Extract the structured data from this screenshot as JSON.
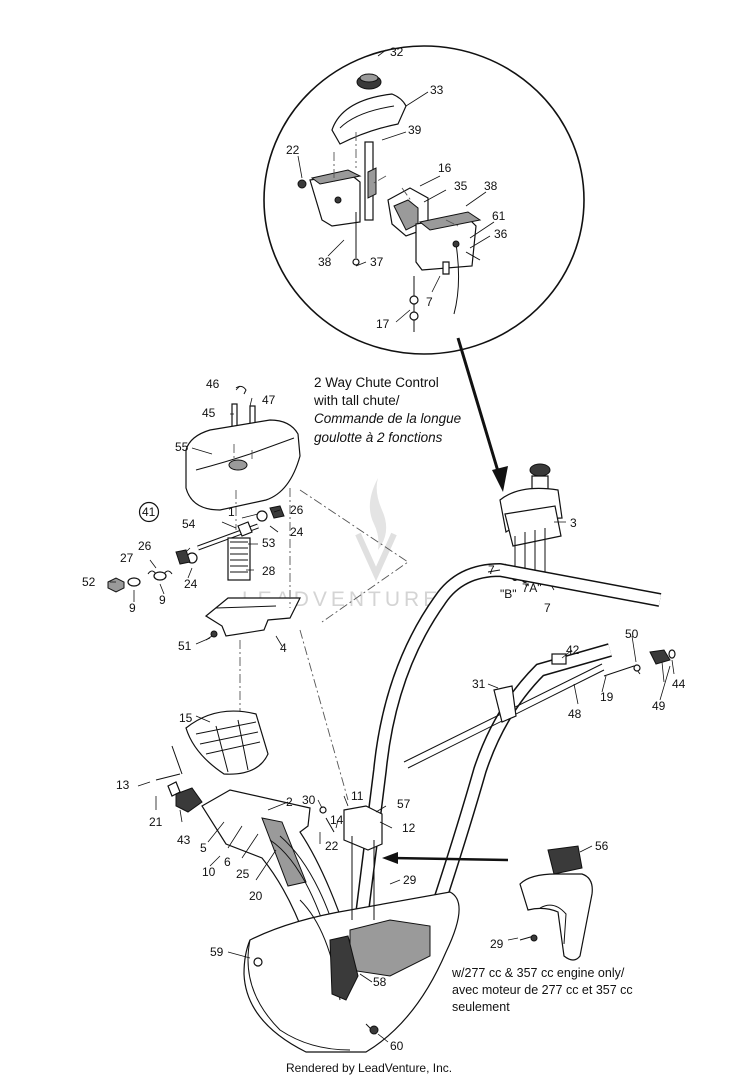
{
  "diagram": {
    "callouts": [
      {
        "id": "c-32",
        "text": "32"
      },
      {
        "id": "c-33",
        "text": "33"
      },
      {
        "id": "c-39",
        "text": "39"
      },
      {
        "id": "c-22a",
        "text": "22"
      },
      {
        "id": "c-16",
        "text": "16"
      },
      {
        "id": "c-35",
        "text": "35"
      },
      {
        "id": "c-38a",
        "text": "38"
      },
      {
        "id": "c-61",
        "text": "61"
      },
      {
        "id": "c-36",
        "text": "36"
      },
      {
        "id": "c-38b",
        "text": "38"
      },
      {
        "id": "c-37",
        "text": "37"
      },
      {
        "id": "c-7a",
        "text": "7"
      },
      {
        "id": "c-17",
        "text": "17"
      },
      {
        "id": "c-46",
        "text": "46"
      },
      {
        "id": "c-47",
        "text": "47"
      },
      {
        "id": "c-45",
        "text": "45"
      },
      {
        "id": "c-55",
        "text": "55"
      },
      {
        "id": "c-41",
        "text": "41"
      },
      {
        "id": "c-26a",
        "text": "26"
      },
      {
        "id": "c-1",
        "text": "1"
      },
      {
        "id": "c-24a",
        "text": "24"
      },
      {
        "id": "c-54",
        "text": "54"
      },
      {
        "id": "c-53",
        "text": "53"
      },
      {
        "id": "c-26b",
        "text": "26"
      },
      {
        "id": "c-27",
        "text": "27"
      },
      {
        "id": "c-28",
        "text": "28"
      },
      {
        "id": "c-52",
        "text": "52"
      },
      {
        "id": "c-9a",
        "text": "9"
      },
      {
        "id": "c-9b",
        "text": "9"
      },
      {
        "id": "c-24b",
        "text": "24"
      },
      {
        "id": "c-51",
        "text": "51"
      },
      {
        "id": "c-4",
        "text": "4"
      },
      {
        "id": "c-3",
        "text": "3"
      },
      {
        "id": "c-7b",
        "text": "7"
      },
      {
        "id": "c-7c",
        "text": "7"
      },
      {
        "id": "c-B",
        "text": "\"B\""
      },
      {
        "id": "c-A",
        "text": "\"A\""
      },
      {
        "id": "c-7d",
        "text": "7"
      },
      {
        "id": "c-50",
        "text": "50"
      },
      {
        "id": "c-42",
        "text": "42"
      },
      {
        "id": "c-44",
        "text": "44"
      },
      {
        "id": "c-31",
        "text": "31"
      },
      {
        "id": "c-19",
        "text": "19"
      },
      {
        "id": "c-49",
        "text": "49"
      },
      {
        "id": "c-48",
        "text": "48"
      },
      {
        "id": "c-15",
        "text": "15"
      },
      {
        "id": "c-13",
        "text": "13"
      },
      {
        "id": "c-30",
        "text": "30"
      },
      {
        "id": "c-2",
        "text": "2"
      },
      {
        "id": "c-11",
        "text": "11"
      },
      {
        "id": "c-57",
        "text": "57"
      },
      {
        "id": "c-14",
        "text": "14"
      },
      {
        "id": "c-12",
        "text": "12"
      },
      {
        "id": "c-21",
        "text": "21"
      },
      {
        "id": "c-43",
        "text": "43"
      },
      {
        "id": "c-22b",
        "text": "22"
      },
      {
        "id": "c-5",
        "text": "5"
      },
      {
        "id": "c-6",
        "text": "6"
      },
      {
        "id": "c-10",
        "text": "10"
      },
      {
        "id": "c-25",
        "text": "25"
      },
      {
        "id": "c-20",
        "text": "20"
      },
      {
        "id": "c-29a",
        "text": "29"
      },
      {
        "id": "c-56",
        "text": "56"
      },
      {
        "id": "c-29b",
        "text": "29"
      },
      {
        "id": "c-59",
        "text": "59"
      },
      {
        "id": "c-58",
        "text": "58"
      },
      {
        "id": "c-60",
        "text": "60"
      }
    ],
    "chute_caption": [
      "2 Way Chute Control",
      "with tall chute/"
    ],
    "chute_caption_fr": [
      "Commande de la longue",
      "goulotte à 2 fonctions"
    ],
    "engine_note": [
      "w/277 cc & 357 cc engine only/",
      "avec moteur de 277 cc et 357 cc",
      "seulement"
    ],
    "watermark": "LEADVENTURE",
    "footer": "Rendered by LeadVenture, Inc."
  }
}
